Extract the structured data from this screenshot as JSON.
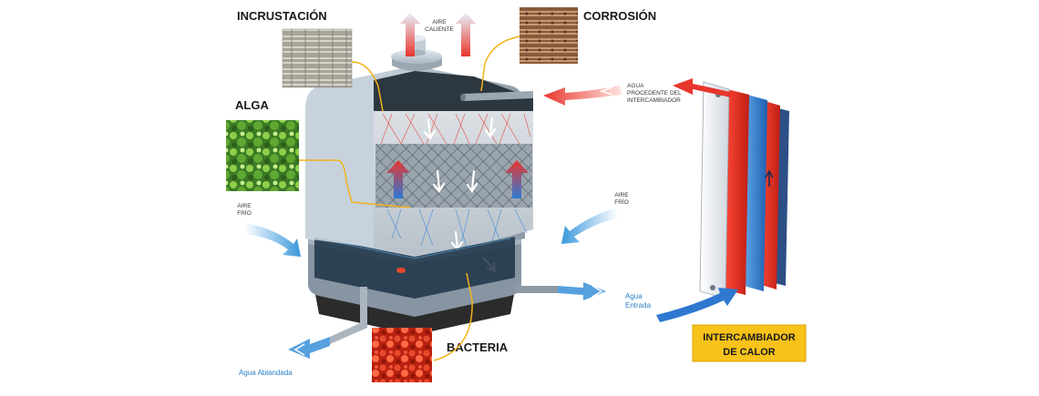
{
  "labels": {
    "incrustacion": "INCRUSTACIÓN",
    "corrosion": "CORROSIÓN",
    "alga": "ALGA",
    "bacteria": "BACTERIA",
    "aire_caliente_line1": "AIRE",
    "aire_caliente_line2": "CALIENTE",
    "aire_frio_left_line1": "AIRE",
    "aire_frio_left_line2": "FRÍO",
    "aire_frio_right_line1": "AIRE",
    "aire_frio_right_line2": "FRÍO",
    "agua_procedente_line1": "AGUA",
    "agua_procedente_line2": "PROCEDENTE DEL",
    "agua_procedente_line3": "INTERCAMBIADOR",
    "agua_entrada_line1": "Agua",
    "agua_entrada_line2": "Entrada",
    "agua_ablandada": "Agua Ablandada",
    "intercambiador_line1": "INTERCAMBIADOR",
    "intercambiador_line2": "DE CALOR"
  },
  "colors": {
    "hot_red": "#e8362d",
    "cold_blue": "#2e86d1",
    "tower_body": "#b9c6d2",
    "label_box": "#f7c21a",
    "bacteria_red": "#d42a1a",
    "alga_green": "#4f9b2e"
  }
}
